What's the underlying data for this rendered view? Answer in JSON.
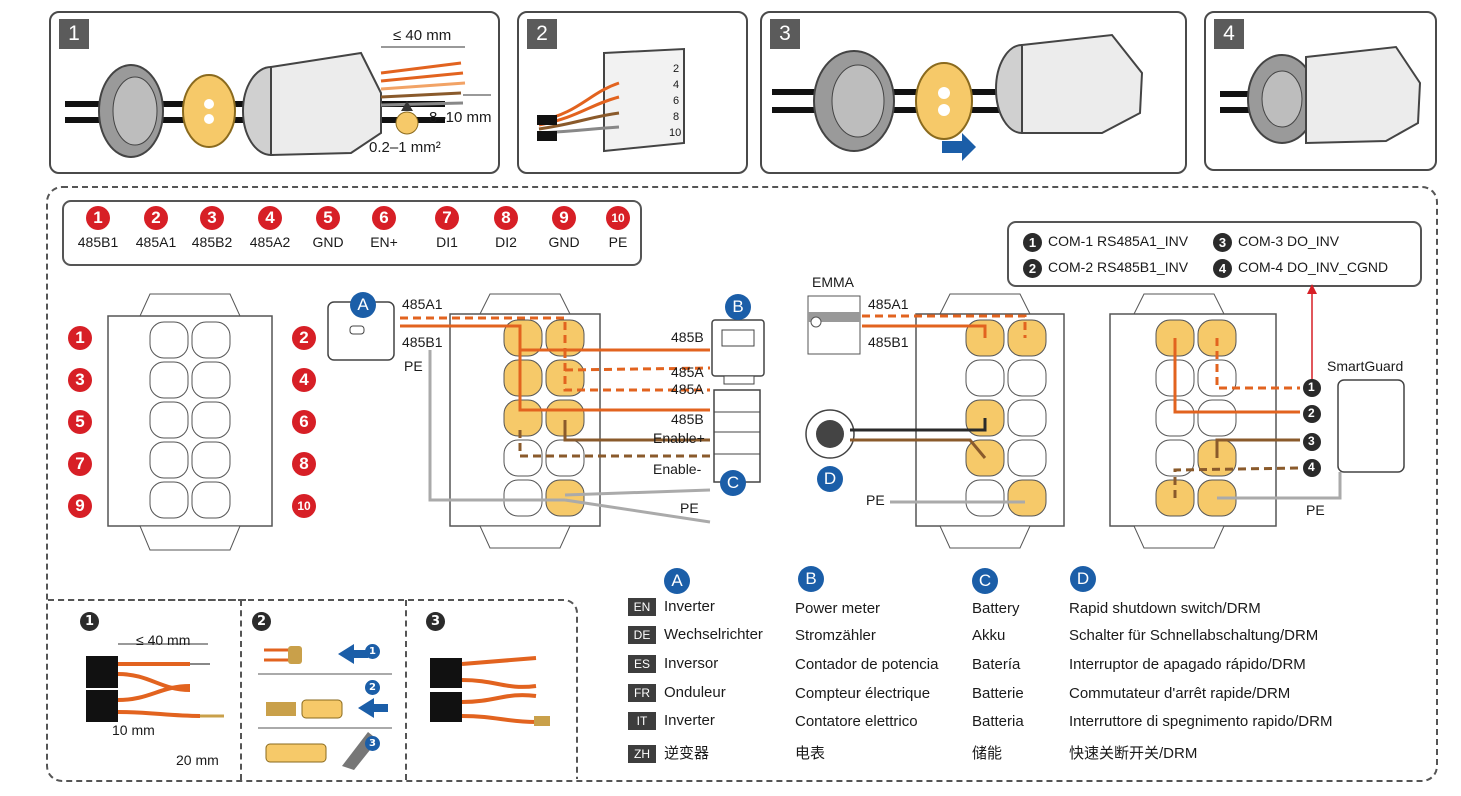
{
  "steps": [
    {
      "number": "1",
      "annotations": [
        "≤ 40 mm",
        "8–10 mm",
        "0.2–1 mm²"
      ]
    },
    {
      "number": "2",
      "connector_numbers": [
        "2",
        "4",
        "6",
        "8",
        "10"
      ]
    },
    {
      "number": "3"
    },
    {
      "number": "4"
    }
  ],
  "pin_legend": [
    {
      "num": "1",
      "label": "485B1"
    },
    {
      "num": "2",
      "label": "485A1"
    },
    {
      "num": "3",
      "label": "485B2"
    },
    {
      "num": "4",
      "label": "485A2"
    },
    {
      "num": "5",
      "label": "GND"
    },
    {
      "num": "6",
      "label": "EN+"
    },
    {
      "num": "7",
      "label": "DI1"
    },
    {
      "num": "8",
      "label": "DI2"
    },
    {
      "num": "9",
      "label": "GND"
    },
    {
      "num": "10",
      "label": "PE"
    }
  ],
  "connector_left_numbers": {
    "left": [
      "1",
      "3",
      "5",
      "7",
      "9"
    ],
    "right": [
      "2",
      "4",
      "6",
      "8",
      "10"
    ]
  },
  "wiring_middle": {
    "device_a": "A",
    "device_b": "B",
    "device_c": "C",
    "left_labels": [
      "485A1",
      "485B1",
      "PE"
    ],
    "right_labels": [
      "485B",
      "485A",
      "485A",
      "485B",
      "Enable+",
      "Enable-",
      "PE"
    ]
  },
  "wiring_right": {
    "emma_label": "EMMA",
    "emma_lines": [
      "485A1",
      "485B1"
    ],
    "device_d": "D",
    "pe_left": "PE",
    "pe_right": "PE",
    "smartguard": "SmartGuard",
    "com_ports": [
      "1",
      "2",
      "3",
      "4"
    ]
  },
  "com_legend": [
    {
      "num": "1",
      "label": "COM-1 RS485A1_INV"
    },
    {
      "num": "3",
      "label": "COM-3 DO_INV"
    },
    {
      "num": "2",
      "label": "COM-2 RS485B1_INV"
    },
    {
      "num": "4",
      "label": "COM-4 DO_INV_CGND"
    }
  ],
  "crimp_steps": {
    "step1": {
      "num": "1",
      "length": "≤ 40 mm",
      "strip1": "10 mm",
      "strip2": "20 mm"
    },
    "step2": {
      "num": "2",
      "sub": [
        "1",
        "2",
        "3"
      ]
    },
    "step3": {
      "num": "3"
    }
  },
  "translation_table": {
    "headers": [
      "A",
      "B",
      "C",
      "D"
    ],
    "rows": [
      {
        "lang": "EN",
        "a": "Inverter",
        "b": "Power meter",
        "c": "Battery",
        "d": "Rapid shutdown switch/DRM"
      },
      {
        "lang": "DE",
        "a": "Wechselrichter",
        "b": "Stromzähler",
        "c": "Akku",
        "d": "Schalter für Schnellabschaltung/DRM"
      },
      {
        "lang": "ES",
        "a": "Inversor",
        "b": "Contador de potencia",
        "c": "Batería",
        "d": "Interruptor de apagado rápido/DRM"
      },
      {
        "lang": "FR",
        "a": "Onduleur",
        "b": "Compteur électrique",
        "c": "Batterie",
        "d": "Commutateur d'arrêt rapide/DRM"
      },
      {
        "lang": "IT",
        "a": "Inverter",
        "b": "Contatore elettrico",
        "c": "Batteria",
        "d": "Interruttore di spegnimento rapido/DRM"
      },
      {
        "lang": "ZH",
        "a": "逆变器",
        "b": "电表",
        "c": "储能",
        "d": "快速关断开关/DRM"
      }
    ]
  },
  "colors": {
    "orange": "#e2631f",
    "brown": "#8a5a2b",
    "pin_fill": "#f6c969",
    "blue": "#1b5ea8",
    "red": "#d71f26"
  }
}
